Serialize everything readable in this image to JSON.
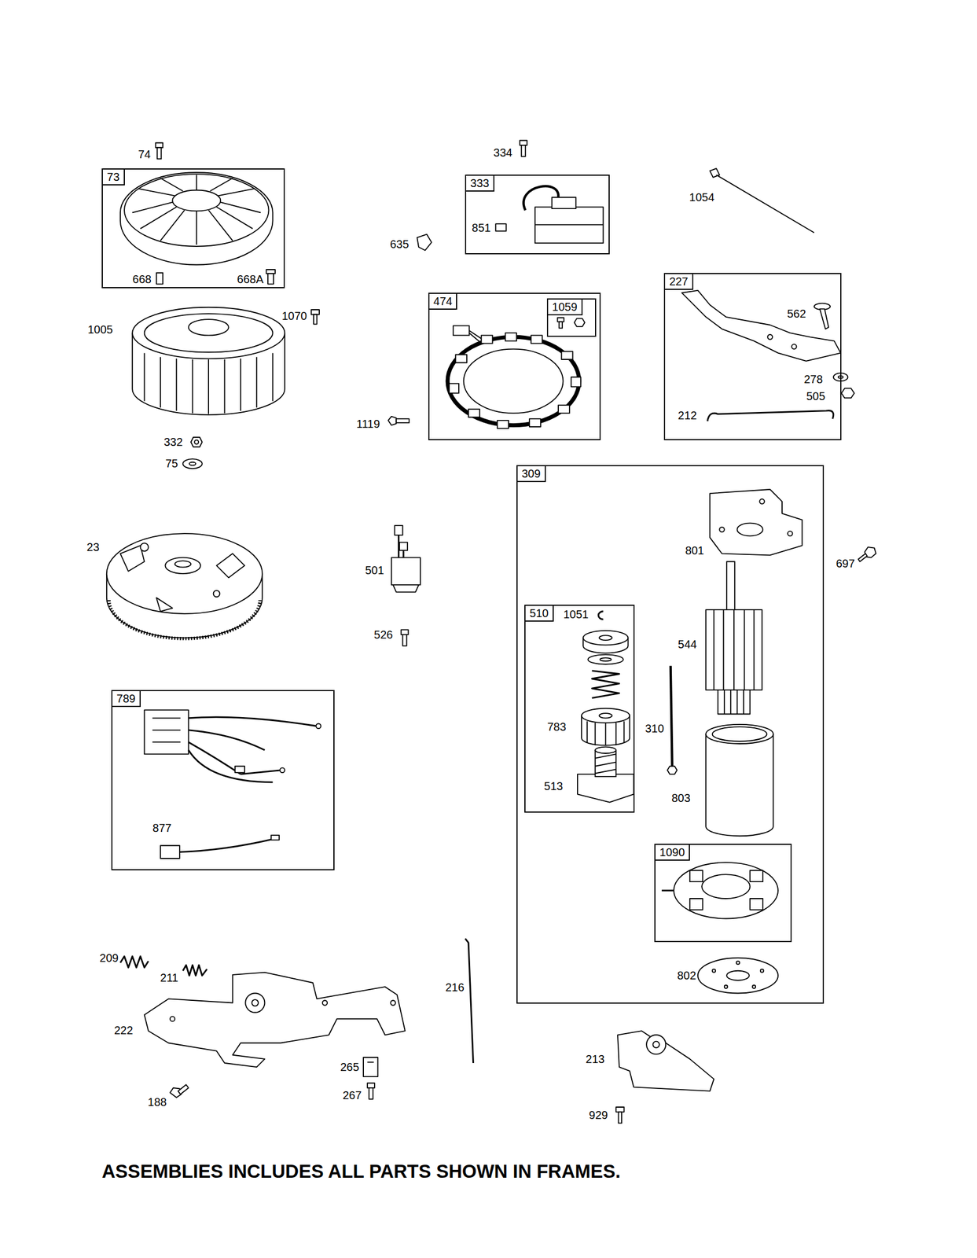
{
  "diagram": {
    "caption": "ASSEMBLIES INCLUDES ALL PARTS SHOWN IN FRAMES.",
    "nodes": [
      {
        "text": [
          "73"
        ]
      },
      {
        "text": [
          "333"
        ]
      },
      {
        "text": [
          "474"
        ]
      },
      {
        "text": [
          "1059"
        ],
        "in": 2
      },
      {
        "text": [
          "227"
        ]
      },
      {
        "text": [
          "309"
        ]
      },
      {
        "text": [
          "510"
        ],
        "in": 5
      },
      {
        "text": [
          "1090"
        ],
        "in": 5
      },
      {
        "text": [
          "789"
        ]
      }
    ],
    "labels": [
      "74",
      "334",
      "1054",
      "668",
      "668A",
      "851",
      "635",
      "1070",
      "1005",
      "562",
      "278",
      "505",
      "212",
      "1119",
      "332",
      "75",
      "23",
      "501",
      "526",
      "801",
      "697",
      "1051",
      "544",
      "783",
      "310",
      "513",
      "803",
      "877",
      "209",
      "211",
      "222",
      "216",
      "265",
      "267",
      "188",
      "213",
      "929",
      "802"
    ]
  }
}
